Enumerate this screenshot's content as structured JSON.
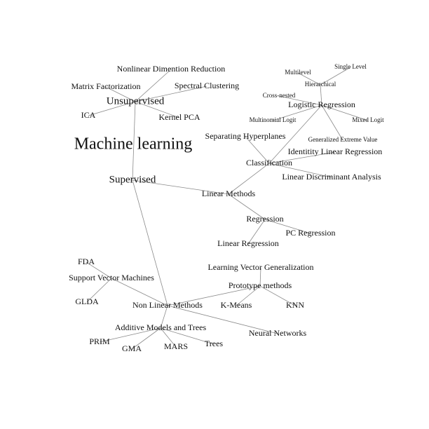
{
  "nodes": [
    {
      "id": "ml",
      "label": "Machine learning",
      "size": "xl"
    },
    {
      "id": "unsup",
      "label": "Unsupervised",
      "size": "lg"
    },
    {
      "id": "sup",
      "label": "Supervised",
      "size": "lg"
    },
    {
      "id": "ndr",
      "label": "Nonlinear Dimention Reduction",
      "size": "md"
    },
    {
      "id": "mf",
      "label": "Matrix Factorization",
      "size": "md"
    },
    {
      "id": "sc",
      "label": "Spectral Clustering",
      "size": "md"
    },
    {
      "id": "ica",
      "label": "ICA",
      "size": "md"
    },
    {
      "id": "kpca",
      "label": "Kernel PCA",
      "size": "md"
    },
    {
      "id": "lm",
      "label": "Linear Methods",
      "size": "md"
    },
    {
      "id": "clf",
      "label": "Classification",
      "size": "md"
    },
    {
      "id": "reg",
      "label": "Regression",
      "size": "md"
    },
    {
      "id": "pcr",
      "label": "PC Regression",
      "size": "md"
    },
    {
      "id": "linreg",
      "label": "Linear Regression",
      "size": "md"
    },
    {
      "id": "sh",
      "label": "Separating Hyperplanes",
      "size": "md"
    },
    {
      "id": "ilr",
      "label": "Identitity Linear Regression",
      "size": "md"
    },
    {
      "id": "lda",
      "label": "Linear Discriminant Analysis",
      "size": "md"
    },
    {
      "id": "logr",
      "label": "Logistic Regression",
      "size": "md"
    },
    {
      "id": "ml2",
      "label": "Multilevel",
      "size": "sm"
    },
    {
      "id": "sl",
      "label": "Single Level",
      "size": "sm"
    },
    {
      "id": "hier",
      "label": "Hierarchical",
      "size": "sm"
    },
    {
      "id": "cn",
      "label": "Cross-nested",
      "size": "sm"
    },
    {
      "id": "mnl",
      "label": "Multinomial Logit",
      "size": "sm"
    },
    {
      "id": "mxl",
      "label": "Mixed Logit",
      "size": "sm"
    },
    {
      "id": "gev",
      "label": "Generalized Extreme Value",
      "size": "sm"
    },
    {
      "id": "nlm",
      "label": "Non Linear Methods",
      "size": "md"
    },
    {
      "id": "svm",
      "label": "Support Vector Machines",
      "size": "md"
    },
    {
      "id": "fda",
      "label": "FDA",
      "size": "md"
    },
    {
      "id": "glda",
      "label": "GLDA",
      "size": "md"
    },
    {
      "id": "pm",
      "label": "Prototype methods",
      "size": "md"
    },
    {
      "id": "lvg",
      "label": "Learning Vector Generalization",
      "size": "md"
    },
    {
      "id": "km",
      "label": "K-Means",
      "size": "md"
    },
    {
      "id": "knn",
      "label": "KNN",
      "size": "md"
    },
    {
      "id": "nn",
      "label": "Neural Networks",
      "size": "md"
    },
    {
      "id": "amt",
      "label": "Additive Models and Trees",
      "size": "md"
    },
    {
      "id": "prim",
      "label": "PRIM",
      "size": "md"
    },
    {
      "id": "gma",
      "label": "GMA",
      "size": "md"
    },
    {
      "id": "mars",
      "label": "MARS",
      "size": "md"
    },
    {
      "id": "trees",
      "label": "Trees",
      "size": "md"
    }
  ],
  "edges": [
    [
      "unsup",
      "ndr"
    ],
    [
      "unsup",
      "mf"
    ],
    [
      "unsup",
      "sc"
    ],
    [
      "unsup",
      "ica"
    ],
    [
      "unsup",
      "kpca"
    ],
    [
      "unsup",
      "sup"
    ],
    [
      "sup",
      "lm"
    ],
    [
      "sup",
      "nlm"
    ],
    [
      "lm",
      "clf"
    ],
    [
      "lm",
      "reg"
    ],
    [
      "reg",
      "pcr"
    ],
    [
      "reg",
      "linreg"
    ],
    [
      "clf",
      "sh"
    ],
    [
      "clf",
      "ilr"
    ],
    [
      "clf",
      "lda"
    ],
    [
      "clf",
      "logr"
    ],
    [
      "logr",
      "hier"
    ],
    [
      "logr",
      "cn"
    ],
    [
      "logr",
      "mnl"
    ],
    [
      "logr",
      "mxl"
    ],
    [
      "logr",
      "gev"
    ],
    [
      "hier",
      "ml2"
    ],
    [
      "hier",
      "sl"
    ],
    [
      "nlm",
      "svm"
    ],
    [
      "svm",
      "fda"
    ],
    [
      "svm",
      "glda"
    ],
    [
      "nlm",
      "pm"
    ],
    [
      "pm",
      "lvg"
    ],
    [
      "pm",
      "km"
    ],
    [
      "pm",
      "knn"
    ],
    [
      "nlm",
      "nn"
    ],
    [
      "nlm",
      "amt"
    ],
    [
      "amt",
      "prim"
    ],
    [
      "amt",
      "gma"
    ],
    [
      "amt",
      "mars"
    ],
    [
      "amt",
      "trees"
    ]
  ]
}
